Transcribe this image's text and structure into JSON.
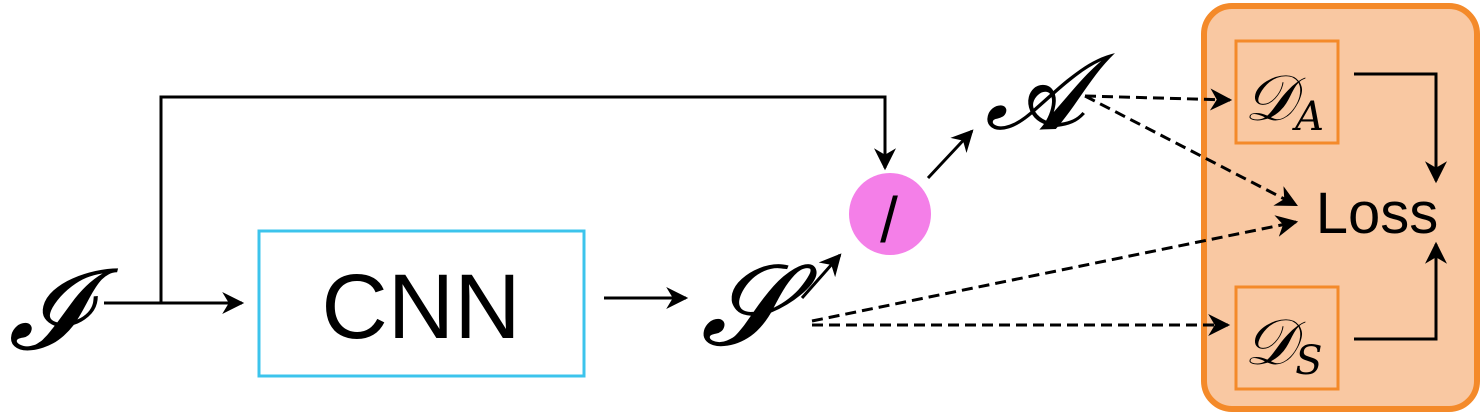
{
  "nodes": {
    "input_symbol": "𝓘",
    "cnn_label": "CNN",
    "s_symbol": "𝓢",
    "divide_symbol": "/",
    "a_symbol": "𝓐",
    "da_base": "𝒟",
    "da_sub": "A",
    "ds_base": "𝒟",
    "ds_sub": "S",
    "loss_label": "Loss"
  },
  "colors": {
    "cnn_border": "#3cc4ec",
    "divide_fill": "#f47fe8",
    "loss_panel_fill": "#f9c8a2",
    "loss_panel_border": "#f48a2a",
    "line": "#000000"
  }
}
